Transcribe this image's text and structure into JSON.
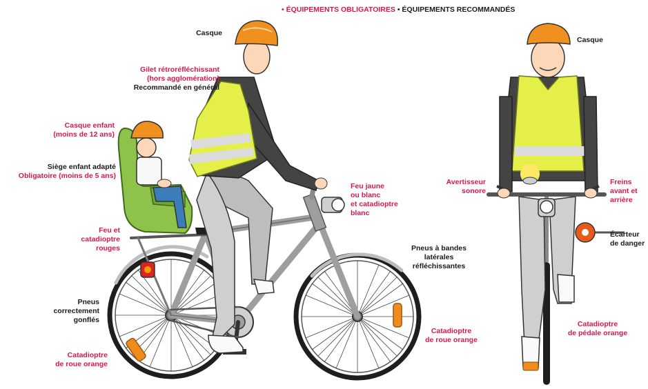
{
  "colors": {
    "mandatory": "#d8184d",
    "recommended": "#1a1a1a",
    "vest": "#e4ef4a",
    "helmet": "#f0901e",
    "frame": "#a8a8a8",
    "child_seat": "#8fc24a",
    "reflector_orange": "#f08c1e"
  },
  "legend": {
    "mandatory": "• ÉQUIPEMENTS OBLIGATOIRES",
    "recommended": "• ÉQUIPEMENTS RECOMMANDÉS"
  },
  "labels": {
    "casque_left": [
      "Casque"
    ],
    "gilet_mandatory": [
      "Gilet rétroréfléchissant",
      "(hors agglomération)"
    ],
    "gilet_recommended": [
      "Recommandé en général"
    ],
    "casque_enfant": [
      "Casque enfant",
      "(moins de 12 ans)"
    ],
    "siege_recommended": [
      "Siège enfant adapté"
    ],
    "siege_mandatory": [
      "Obligatoire (moins de 5 ans)"
    ],
    "feu_rouge": [
      "Feu et",
      "catadioptre",
      "rouges"
    ],
    "feu_jaune": [
      "Feu jaune",
      "ou blanc",
      "et catadioptre",
      "blanc"
    ],
    "pneus_bandes": [
      "Pneus à bandes",
      "latérales",
      "réfléchissantes"
    ],
    "pneus_gonfles": [
      "Pneus",
      "correctement",
      "gonflés"
    ],
    "catadioptre_roue_arriere": [
      "Catadioptre",
      "de roue orange"
    ],
    "catadioptre_roue_avant": [
      "Catadioptre",
      "de roue orange"
    ],
    "casque_right": [
      "Casque"
    ],
    "avertisseur": [
      "Avertisseur",
      "sonore"
    ],
    "freins": [
      "Freins",
      "avant et",
      "arrière"
    ],
    "ecarteur": [
      "Écarteur",
      "de danger"
    ],
    "catadioptre_pedale": [
      "Catadioptre",
      "de pédale orange"
    ]
  }
}
